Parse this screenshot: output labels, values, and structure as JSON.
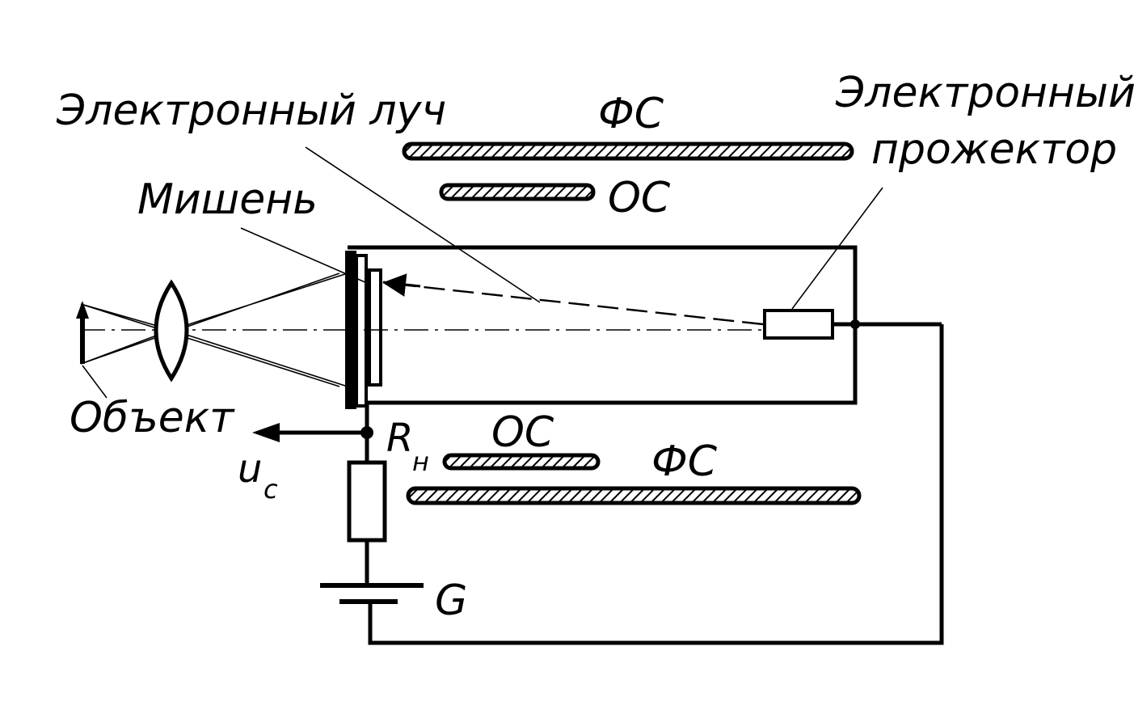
{
  "labels": {
    "beam": "Электронный луч",
    "focus_coil_top": "ФС",
    "gun_line1": "Электронный",
    "gun_line2": "прожектор",
    "target": "Мишень",
    "deflect_coil_top": "ОС",
    "object": "Объект",
    "load_resistor_main": "R",
    "load_resistor_sub": "н",
    "signal_main": "u",
    "signal_sub": "c",
    "deflect_coil_bottom": "ОС",
    "focus_coil_bottom": "ФС",
    "battery": "G"
  },
  "colors": {
    "ink": "#000000",
    "background": "#ffffff"
  }
}
